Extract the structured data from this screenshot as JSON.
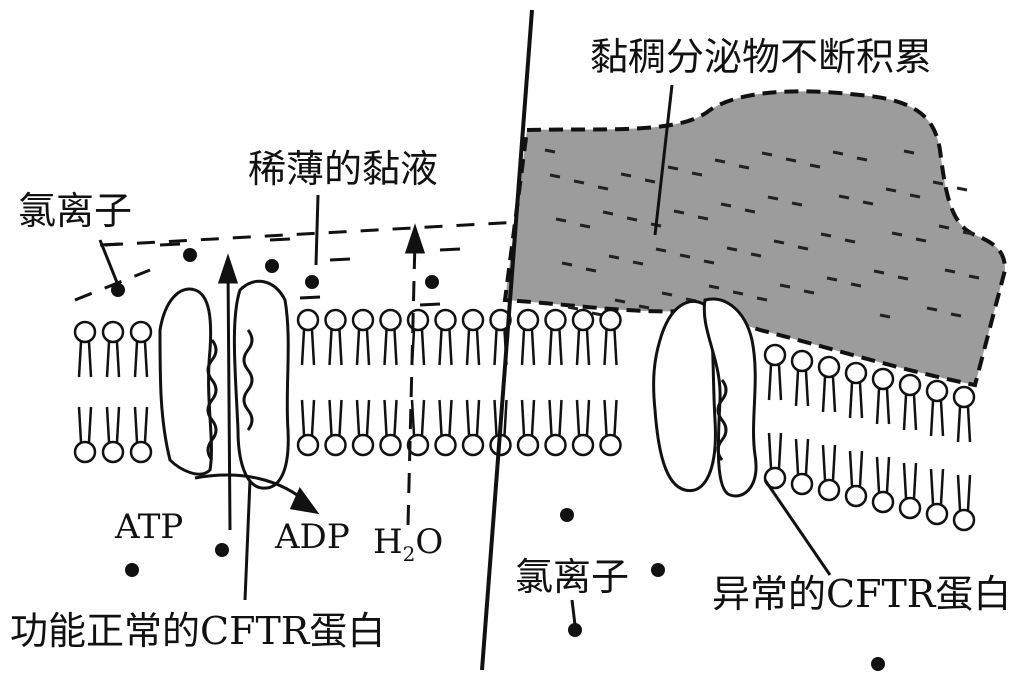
{
  "labels": {
    "mucus_accumulate": "黏稠分泌物不断积累",
    "thin_mucus": "稀薄的黏液",
    "chloride_top": "氯离子",
    "chloride_bottom": "氯离子",
    "atp": "ATP",
    "adp": "ADP",
    "h2o_h": "H",
    "h2o_sub": "2",
    "h2o_o": "O",
    "normal_cftr": "功能正常的CFTR蛋白",
    "abnormal_cftr": "异常的CFTR蛋白"
  },
  "colors": {
    "ink": "#111111",
    "mucus": "#9a9a9a"
  }
}
